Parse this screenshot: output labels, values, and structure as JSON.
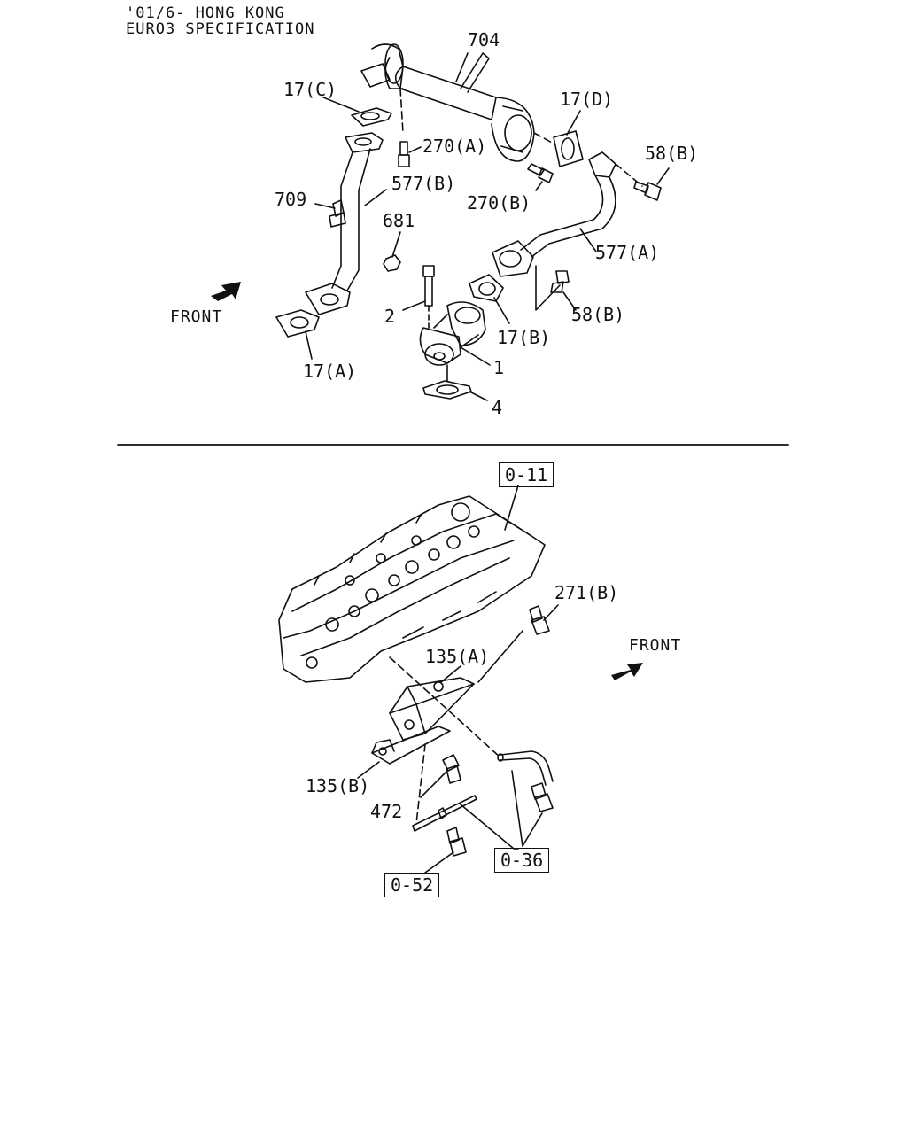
{
  "header": {
    "line1": "'01/6- HONG KONG",
    "line2": "EURO3 SPECIFICATION"
  },
  "top_diagram": {
    "front_label": "FRONT",
    "callouts": {
      "p704": "704",
      "p17c": "17(C)",
      "p17d": "17(D)",
      "p270a": "270(A)",
      "p58b_top": "58(B)",
      "p577b": "577(B)",
      "p270b": "270(B)",
      "p709": "709",
      "p681": "681",
      "p577a": "577(A)",
      "p2": "2",
      "p58b_bot": "58(B)",
      "p17b": "17(B)",
      "p1": "1",
      "p17a": "17(A)",
      "p4": "4"
    }
  },
  "bottom_diagram": {
    "front_label": "FRONT",
    "refs": {
      "r011": "0-11",
      "r036": "0-36",
      "r052": "0-52"
    },
    "callouts": {
      "p271b": "271(B)",
      "p135a": "135(A)",
      "p135b": "135(B)",
      "p472": "472"
    }
  }
}
